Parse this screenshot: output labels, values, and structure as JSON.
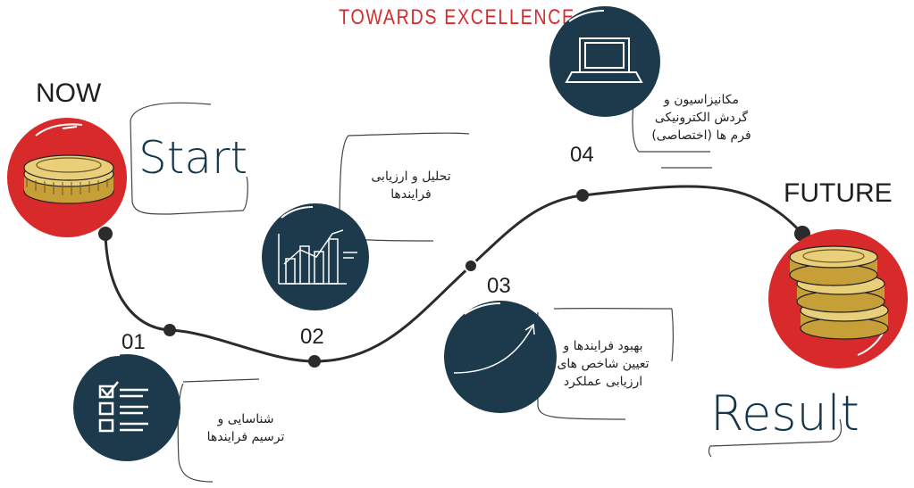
{
  "title": "TOWARDS EXCELLENCE",
  "start": {
    "top_label": "NOW",
    "word": "Start"
  },
  "end": {
    "top_label": "FUTURE",
    "word": "Result"
  },
  "steps": [
    {
      "number": "01",
      "text_line1": "شناسایی و",
      "text_line2": "ترسیم فرایندها",
      "icon": "checklist-icon"
    },
    {
      "number": "02",
      "text_line1": "تحلیل و ارزیابی",
      "text_line2": "فرایندها",
      "icon": "bar-chart-icon"
    },
    {
      "number": "03",
      "text_line1": "بهبود فرایندها و",
      "text_line2": "تعیین شاخص های",
      "text_line3": "ارزیابی عملکرد",
      "icon": "growth-arrow-icon"
    },
    {
      "number": "04",
      "text_line1": "مکانیزاسیون و",
      "text_line2": "گردش الکترونیکی",
      "text_line3": "فرم ها (اختصاصی)",
      "icon": "laptop-icon"
    }
  ],
  "colors": {
    "accent_red": "#d8292b",
    "navy": "#1c3a4c",
    "coin_gold": "#e9cf7a",
    "line": "#2b2b2b"
  }
}
